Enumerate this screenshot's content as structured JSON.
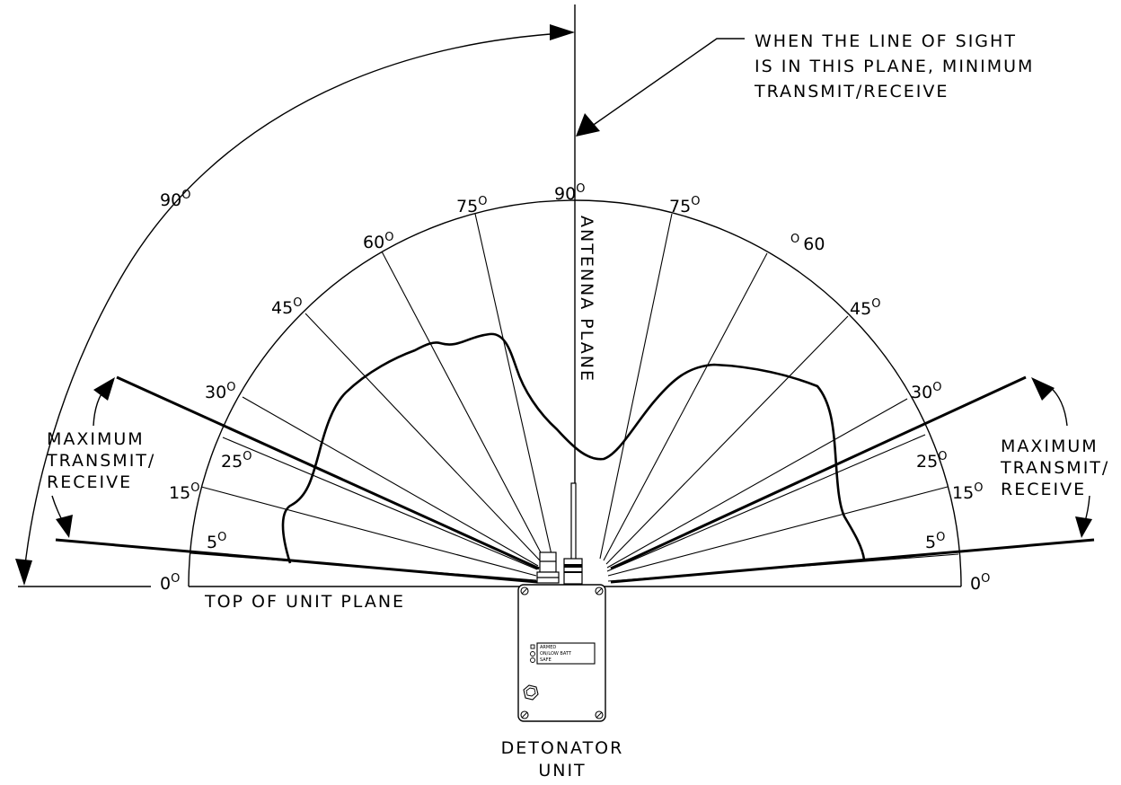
{
  "diagram": {
    "note_line_of_sight": [
      "WHEN THE LINE OF SIGHT",
      "IS IN THIS PLANE, MINIMUM",
      "TRANSMIT/RECEIVE"
    ],
    "antenna_plane_label": "ANTENNA PLANE",
    "top_plane_label": "TOP OF UNIT PLANE",
    "max_left": [
      "MAXIMUM",
      "TRANSMIT/",
      "RECEIVE"
    ],
    "max_right": [
      "MAXIMUM",
      "TRANSMIT/",
      "RECEIVE"
    ],
    "unit_label": [
      "DETONATOR",
      "UNIT"
    ],
    "panel_text": [
      "ARMED",
      "ON/LOW BATT",
      "SAFE"
    ],
    "big_arc_label": {
      "num": "90",
      "sup": "O"
    },
    "left_angles": [
      {
        "num": "0",
        "sup": "O"
      },
      {
        "num": "5",
        "sup": "O"
      },
      {
        "num": "15",
        "sup": "O"
      },
      {
        "num": "25",
        "sup": "O"
      },
      {
        "num": "30",
        "sup": "O"
      },
      {
        "num": "45",
        "sup": "O"
      },
      {
        "num": "60",
        "sup": "O"
      },
      {
        "num": "75",
        "sup": "O"
      },
      {
        "num": "90",
        "sup": "O"
      }
    ],
    "right_angles": [
      {
        "num": "75",
        "sup": "O"
      },
      {
        "num": "60",
        "sup": "O"
      },
      {
        "num": "45",
        "sup": "O"
      },
      {
        "num": "30",
        "sup": "O"
      },
      {
        "num": "25",
        "sup": "O"
      },
      {
        "num": "15",
        "sup": "O"
      },
      {
        "num": "5",
        "sup": "O"
      },
      {
        "num": "0",
        "sup": "O"
      }
    ]
  }
}
